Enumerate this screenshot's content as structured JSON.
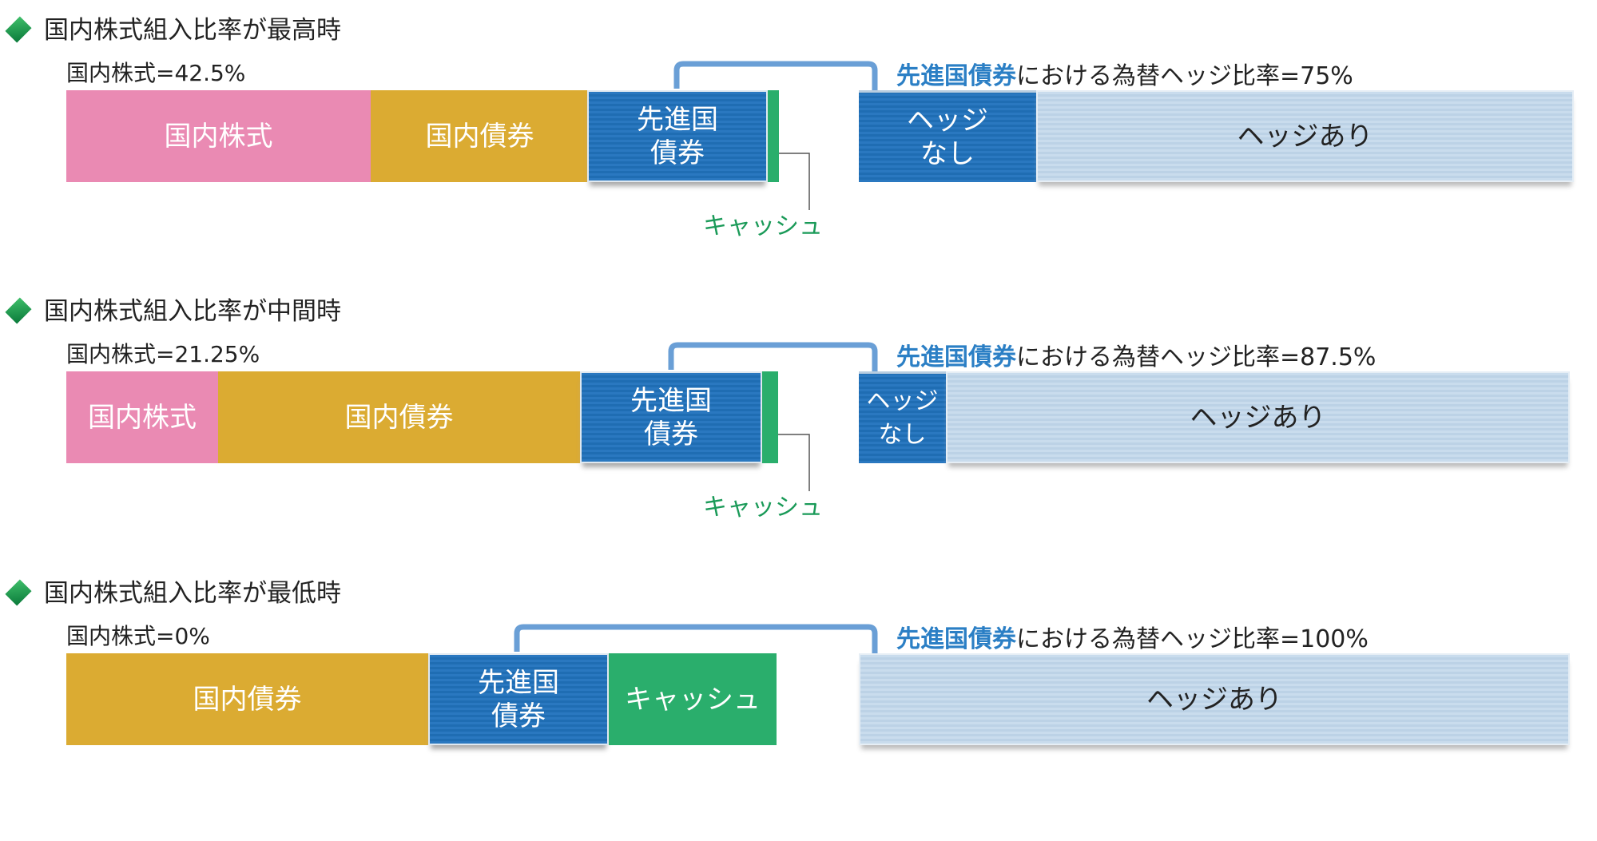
{
  "scenarios": [
    {
      "title": "国内株式組入比率が最高時",
      "stock_label": "国内株式=42.5%",
      "segments": {
        "domestic_stock": "国内株式",
        "domestic_bond": "国内債券",
        "foreign_bond": "先進国債券",
        "cash": "キャッシュ"
      },
      "ratio_highlight": "先進国債券",
      "ratio_text": "における為替ヘッジ比率=75%",
      "hedge_no": "ヘッジなし",
      "hedge_yes": "ヘッジあり",
      "hedge_ratio_percent": 75
    },
    {
      "title": "国内株式組入比率が中間時",
      "stock_label": "国内株式=21.25%",
      "segments": {
        "domestic_stock": "国内株式",
        "domestic_bond": "国内債券",
        "foreign_bond": "先進国債券",
        "cash": "キャッシュ"
      },
      "ratio_highlight": "先進国債券",
      "ratio_text": "における為替ヘッジ比率=87.5%",
      "hedge_no": "ヘッジなし",
      "hedge_yes": "ヘッジあり",
      "hedge_ratio_percent": 87.5
    },
    {
      "title": "国内株式組入比率が最低時",
      "stock_label": "国内株式=0%",
      "segments": {
        "domestic_bond": "国内債券",
        "foreign_bond": "先進国債券",
        "cash": "キャッシュ"
      },
      "ratio_highlight": "先進国債券",
      "ratio_text": "における為替ヘッジ比率=100%",
      "hedge_yes": "ヘッジあり",
      "hedge_ratio_percent": 100
    }
  ],
  "colors": {
    "domestic_stock": "#ea8ab3",
    "domestic_bond": "#dbab32",
    "foreign_bond": "#1f6db3",
    "cash": "#2aae6c",
    "hedged": "#c9dced",
    "arrow": "#6a9fd6"
  }
}
